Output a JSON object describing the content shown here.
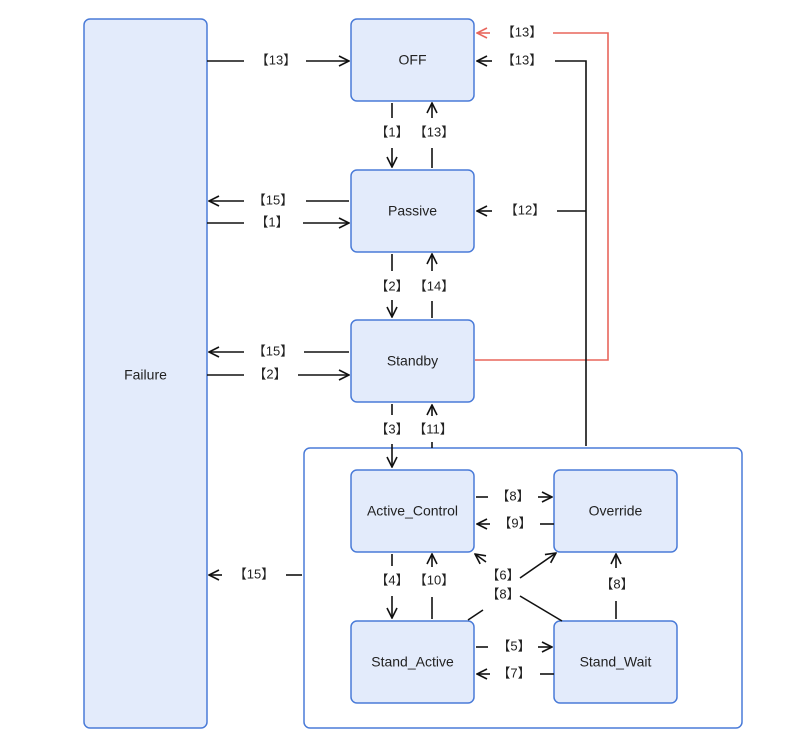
{
  "colors": {
    "box_fill": "#e3ebfb",
    "box_stroke": "#4a7bd8",
    "line": "#111111",
    "highlight": "#e8665c"
  },
  "states": {
    "failure": "Failure",
    "off": "OFF",
    "passive": "Passive",
    "standby": "Standby",
    "active_control": "Active_Control",
    "override": "Override",
    "stand_active": "Stand_Active",
    "stand_wait": "Stand_Wait"
  },
  "transitions": {
    "failure_to_off": "【13】",
    "red_to_off": "【13】",
    "group_to_off": "【13】",
    "off_to_passive": "【1】",
    "passive_to_off": "【13】",
    "passive_to_failure": "【15】",
    "failure_to_passive": "【1】",
    "group_to_passive": "【12】",
    "passive_to_standby": "【2】",
    "standby_to_passive": "【14】",
    "standby_to_failure": "【15】",
    "failure_to_standby": "【2】",
    "standby_to_active": "【3】",
    "active_to_standby": "【11】",
    "active_to_override": "【8】",
    "override_to_active": "【9】",
    "group_to_failure": "【15】",
    "active_to_standactive": "【4】",
    "standactive_to_active": "【10】",
    "diag_label_6": "【6】",
    "diag_label_8": "【8】",
    "standwait_to_override": "【8】",
    "standactive_to_standwait": "【5】",
    "standwait_to_standactive": "【7】"
  }
}
